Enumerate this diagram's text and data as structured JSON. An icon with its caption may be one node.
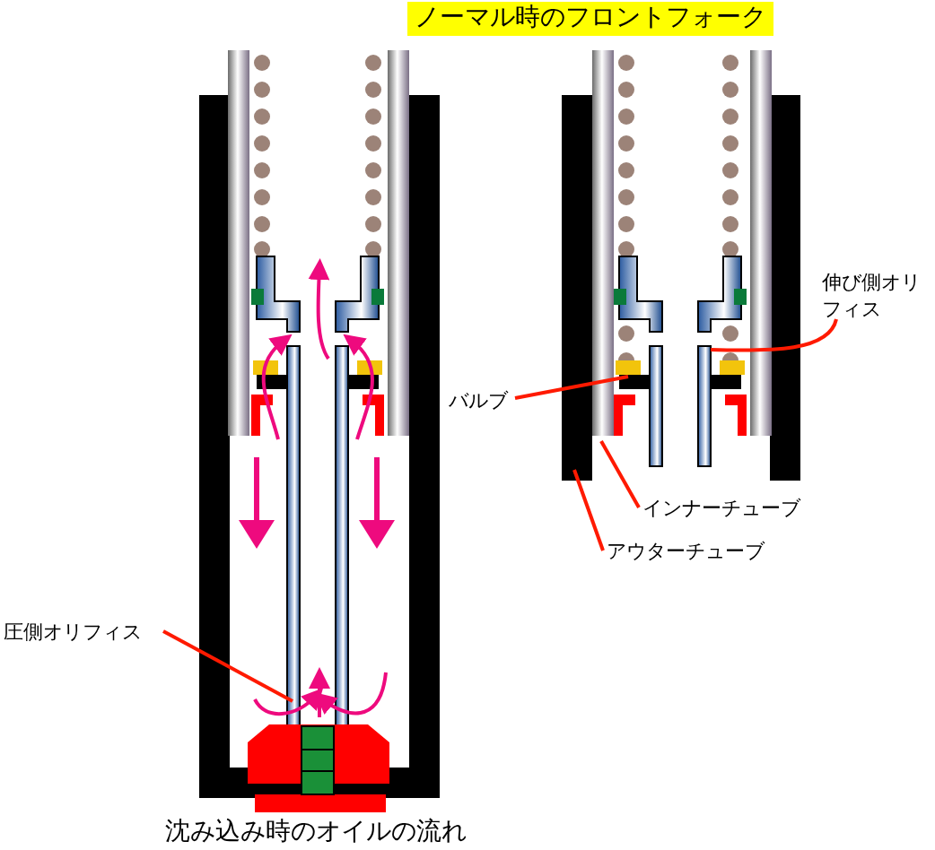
{
  "diagram": {
    "title": "ノーマル時のフロントフォーク",
    "caption": "沈み込み時のオイルの流れ",
    "nodes": [
      {
        "text": [
          "伸び側オリフィス"
        ]
      },
      {
        "text": [
          "バルブ"
        ]
      },
      {
        "text": [
          "インナーチューブ"
        ]
      },
      {
        "text": [
          "アウターチューブ"
        ]
      },
      {
        "text": [
          "圧側オリフィス"
        ]
      }
    ],
    "edges": [
      {
        "from": 0,
        "to": null,
        "arrow": "none"
      },
      {
        "from": 1,
        "to": null,
        "arrow": "none"
      },
      {
        "from": 2,
        "to": null,
        "arrow": "none"
      },
      {
        "from": 3,
        "to": null,
        "arrow": "none"
      },
      {
        "from": 4,
        "to": null,
        "arrow": "none"
      }
    ]
  }
}
